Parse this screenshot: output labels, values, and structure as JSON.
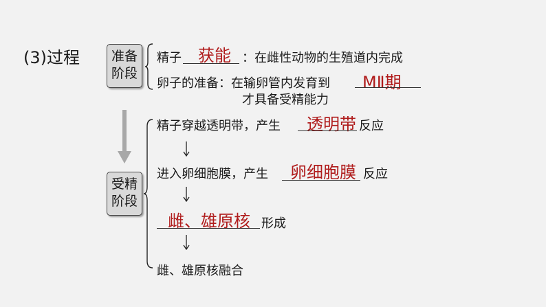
{
  "heading": "(3)过程",
  "prep": {
    "label_line1": "准备",
    "label_line2": "阶段",
    "row1_prefix": "精子",
    "row1_answer": "获能",
    "row1_suffix": "：在雌性动物的生殖道内完成",
    "row2_prefix": "卵子的准备：在输卵管内发育到",
    "row2_answer": "MⅡ期",
    "row2_cont": "才具备受精能力"
  },
  "fert": {
    "label_line1": "受精",
    "label_line2": "阶段",
    "step1_prefix": "精子穿越透明带，产生",
    "step1_answer": "透明带",
    "step1_suffix": "反应",
    "step2_prefix": "进入卵细胞膜，产生",
    "step2_answer": "卵细胞膜",
    "step2_suffix": "反应",
    "step3_answer": "雌、雄原核",
    "step3_suffix": "形成",
    "step4": "雌、雄原核融合"
  },
  "colors": {
    "answer": "#b01c1c",
    "background": "#f2f2f2",
    "arrow": "#a8a8a8"
  },
  "icons": {
    "big_arrow": "down-arrow-icon",
    "small_arrow": "down-arrow-icon"
  }
}
